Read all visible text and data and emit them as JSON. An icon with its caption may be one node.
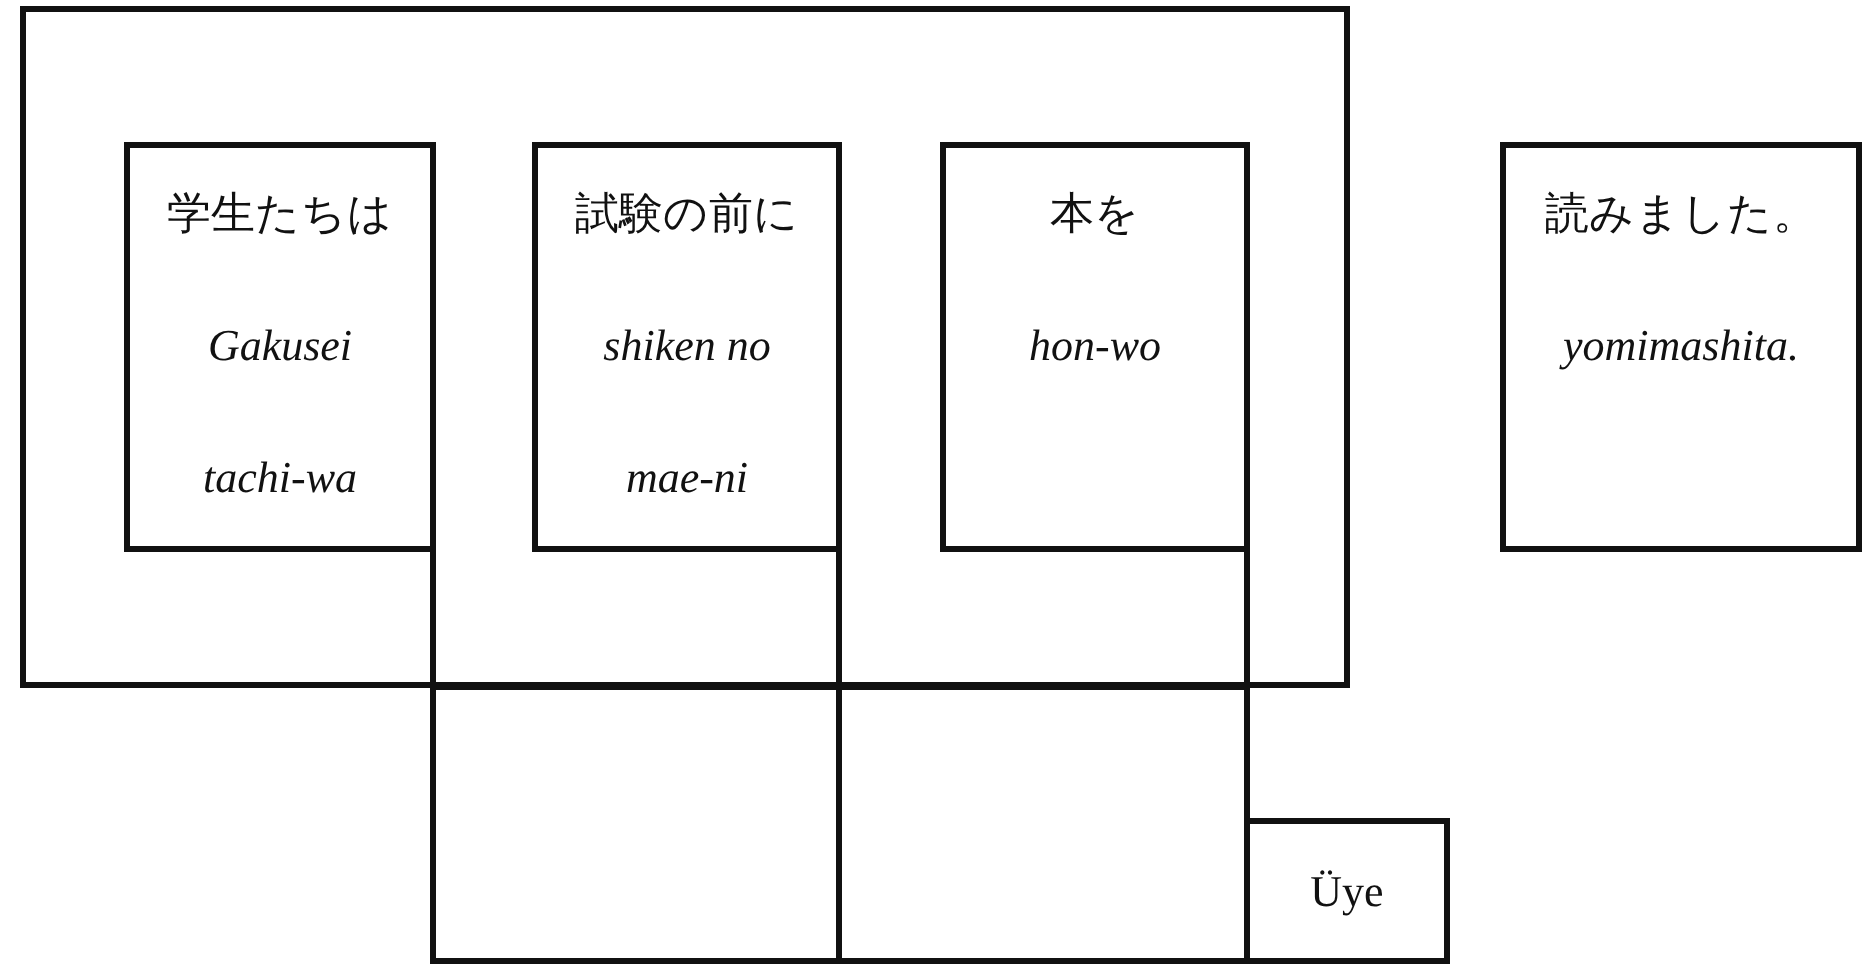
{
  "diagram": {
    "nodes": [
      {
        "text": [],
        "shape": "box"
      },
      {
        "text": [
          "学生たちは",
          "Gakusei tachi-wa"
        ],
        "in": 0
      },
      {
        "text": [
          "試験の前に",
          "shiken no mae-ni"
        ],
        "in": 0
      },
      {
        "text": [
          "本を",
          "hon-wo"
        ],
        "in": 0
      },
      {
        "text": [
          "読みました。",
          "yomimashita."
        ]
      },
      {
        "text": [],
        "shape": "box"
      },
      {
        "text": [],
        "shape": "box"
      },
      {
        "text": [
          "Üye"
        ]
      }
    ],
    "edges": [
      {
        "from": 1,
        "to": 5,
        "arrow": "none"
      },
      {
        "from": 2,
        "to": 6,
        "arrow": "none"
      },
      {
        "from": 3,
        "to": 7,
        "arrow": "none"
      }
    ]
  }
}
